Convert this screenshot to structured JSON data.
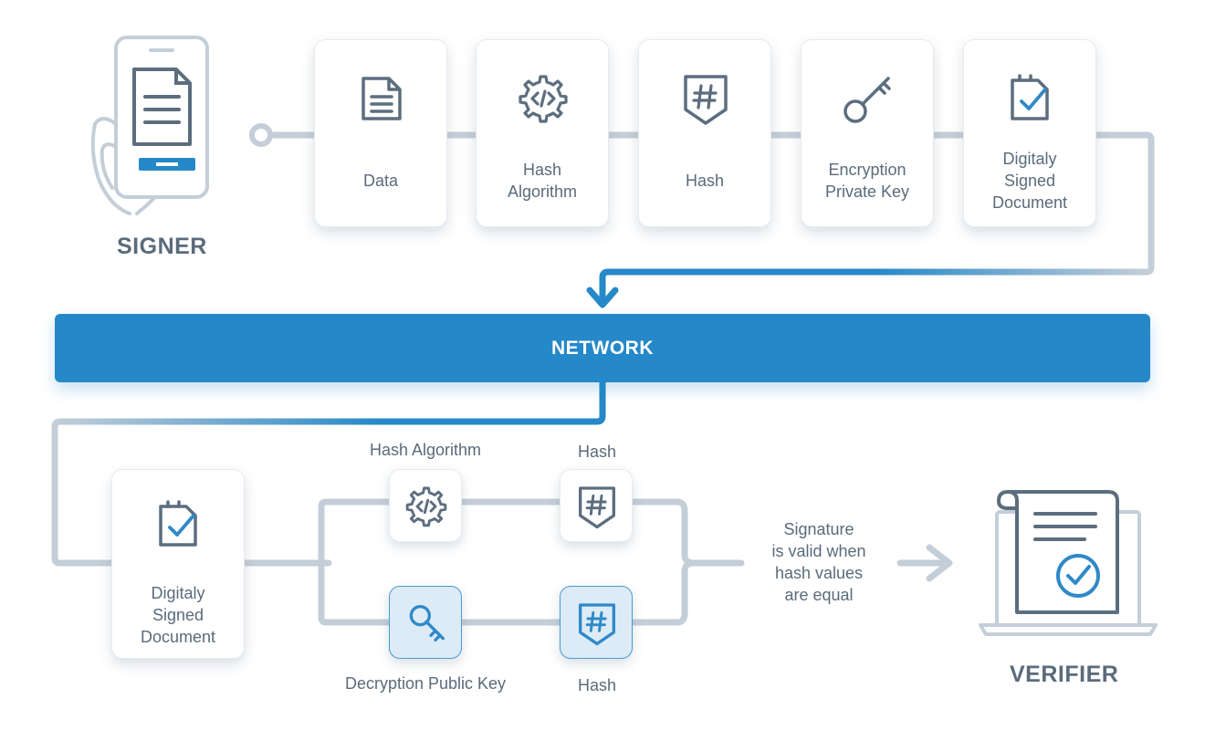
{
  "colors": {
    "gray_connector": "#c4ced8",
    "icon_gray": "#5c6d7e",
    "network_blue": "#2588c8",
    "blue_icon": "#2f89c8",
    "light_blue_box": "#dcebf6"
  },
  "signer": {
    "label": "SIGNER",
    "icon": "phone-in-hand-icon"
  },
  "top_steps": [
    {
      "label": "Data",
      "icon": "document-icon"
    },
    {
      "label": "Hash\nAlgorithm",
      "icon": "gear-code-icon"
    },
    {
      "label": "Hash",
      "icon": "hash-shield-icon"
    },
    {
      "label": "Encryption\nPrivate Key",
      "icon": "key-icon"
    },
    {
      "label": "Digitaly\nSigned\nDocument",
      "icon": "signed-document-icon"
    }
  ],
  "network": {
    "label": "NETWORK"
  },
  "bottom": {
    "document": {
      "label": "Digitaly\nSigned\nDocument",
      "icon": "signed-document-icon"
    },
    "upper_path": [
      {
        "label": "Hash Algorithm",
        "icon": "gear-code-icon"
      },
      {
        "label": "Hash",
        "icon": "hash-shield-icon"
      }
    ],
    "lower_path": [
      {
        "label": "Decryption Public Key",
        "icon": "key-icon"
      },
      {
        "label": "Hash",
        "icon": "hash-shield-icon"
      }
    ],
    "result_text": "Signature\nis valid when\nhash values\nare equal"
  },
  "verifier": {
    "label": "VERIFIER",
    "icon": "laptop-certificate-icon"
  }
}
